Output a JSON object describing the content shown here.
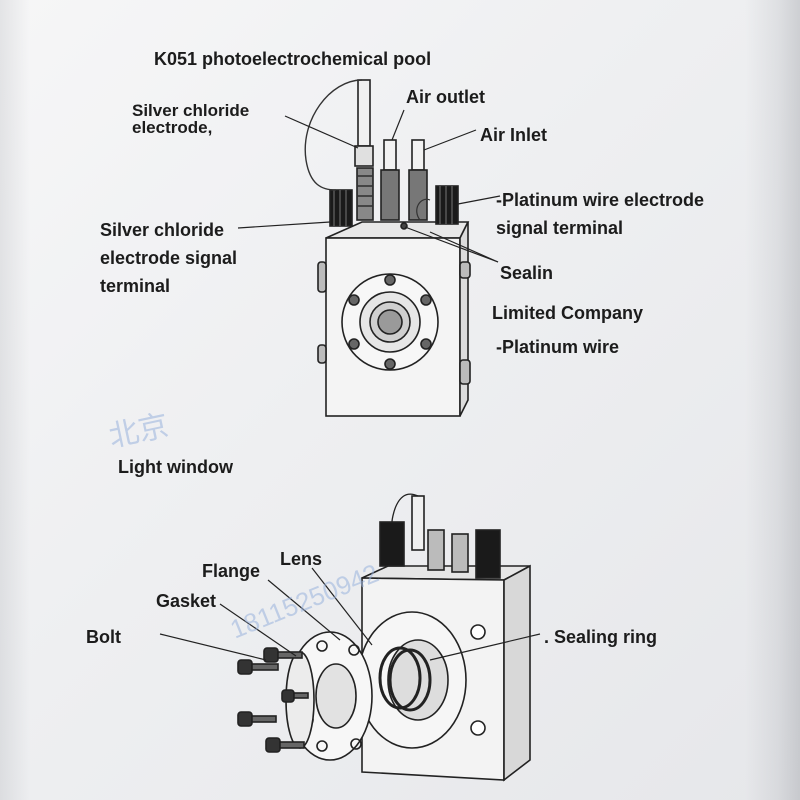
{
  "title": "K051 photoelectrochemical pool",
  "top_labels": {
    "silver_chloride_electrode_line1": "Silver chloride",
    "silver_chloride_electrode_line2": "electrode,",
    "air_outlet": "Air outlet",
    "air_inlet": "Air Inlet",
    "pt_terminal_line1": "-Platinum wire electrode",
    "pt_terminal_line2": "signal terminal",
    "agcl_terminal_line1": "Silver chloride",
    "agcl_terminal_line2": "electrode signal",
    "agcl_terminal_line3": "terminal",
    "sealin": "Sealin",
    "limited_company": "Limited Company",
    "platinum_wire": "-Platinum wire",
    "light_window": "Light window"
  },
  "bottom_labels": {
    "lens": "Lens",
    "flange": "Flange",
    "gasket": "Gasket",
    "bolt": "Bolt",
    "sealing_ring": ". Sealing ring"
  },
  "watermark": {
    "cjk": "北京",
    "phone": "18115250942"
  },
  "colors": {
    "paper": "#f1f2f4",
    "ink": "#1c1c1c",
    "watermark": "#9ab3dd"
  }
}
